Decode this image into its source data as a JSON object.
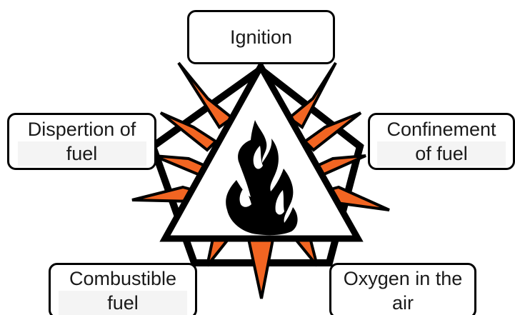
{
  "diagram": {
    "colors": {
      "outline": "#000000",
      "spike": "#f26522",
      "flame": "#000000",
      "background": "#ffffff"
    },
    "icons": {
      "center": "flame-icon",
      "center_frame": "warning-triangle-icon",
      "outer_frame": "pentagon-icon"
    },
    "nodes": {
      "ignition": {
        "lines": [
          "Ignition"
        ]
      },
      "dispersion": {
        "lines": [
          "Dispertion of",
          "fuel"
        ]
      },
      "confinement": {
        "lines": [
          "Confinement",
          "of fuel"
        ]
      },
      "combustible": {
        "lines": [
          "Combustible",
          "fuel"
        ]
      },
      "oxygen": {
        "lines": [
          "Oxygen in the",
          "air"
        ]
      }
    }
  }
}
